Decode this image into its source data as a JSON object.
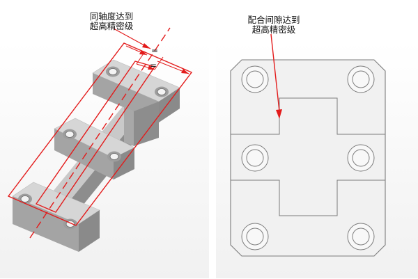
{
  "left_panel": {
    "callout": {
      "line1": "同轴度达到",
      "line2": "超高精密级"
    },
    "dimension_marks": [
      "=",
      "="
    ]
  },
  "right_panel": {
    "callout": {
      "line1": "配合间隙达到",
      "line2": "超高精密级"
    }
  },
  "colors": {
    "annotation": "#e31b1b",
    "block_top": "#d4d4d4",
    "block_left": "#a2a2a2",
    "block_right": "#8d8d8d",
    "plate_fill": "#f1f1f1",
    "plate_stroke": "#7c7c7c"
  }
}
